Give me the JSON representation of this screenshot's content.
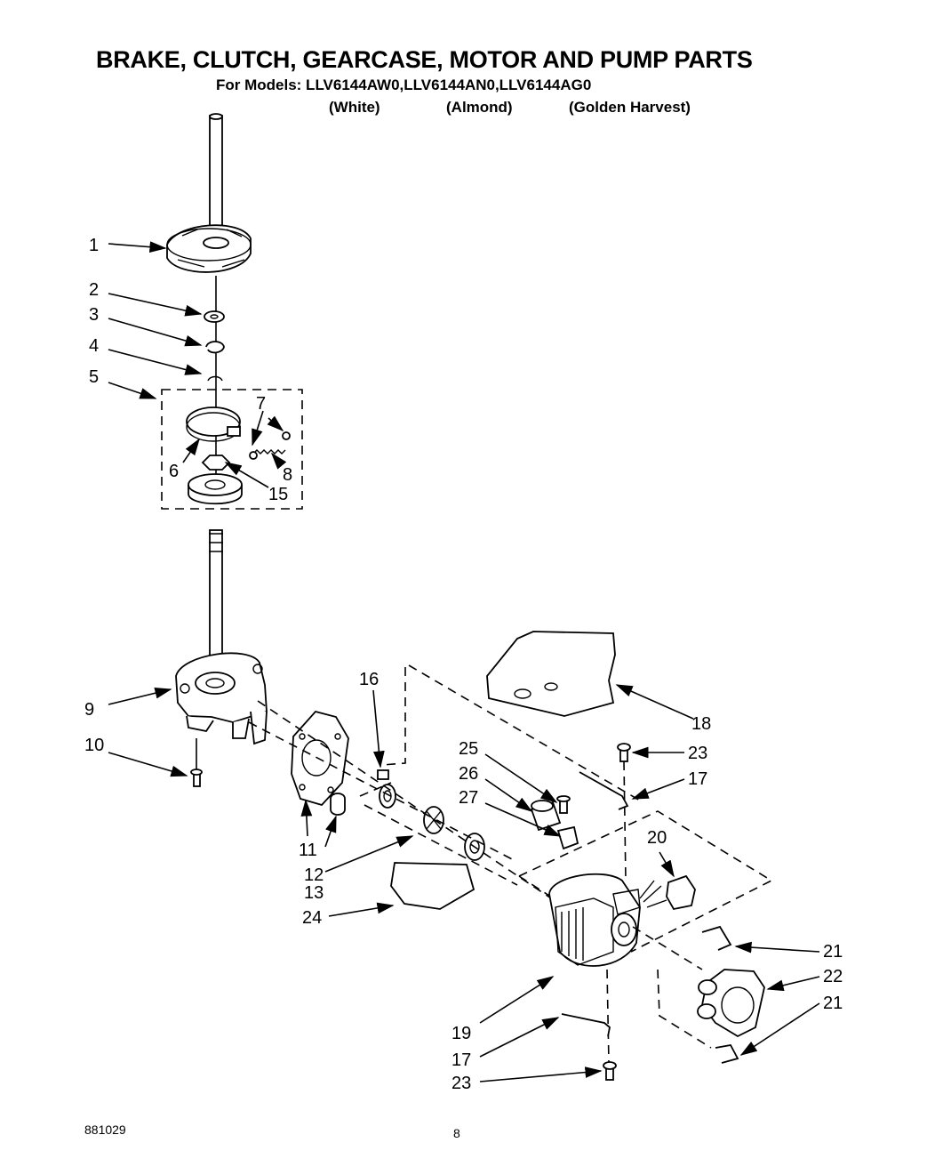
{
  "header": {
    "title": "BRAKE, CLUTCH, GEARCASE, MOTOR AND PUMP PARTS",
    "models": "For Models: LLV6144AW0,LLV6144AN0,LLV6144AG0",
    "colors": [
      "(White)",
      "(Almond)",
      "(Golden Harvest)"
    ]
  },
  "footer": {
    "doc_number": "881029",
    "page_number": "8"
  },
  "callouts": [
    "1",
    "2",
    "3",
    "4",
    "5",
    "6",
    "7",
    "8",
    "15",
    "9",
    "10",
    "16",
    "18",
    "25",
    "26",
    "27",
    "23",
    "17",
    "11",
    "12",
    "13",
    "24",
    "20",
    "21",
    "22",
    "21",
    "19",
    "17",
    "23"
  ]
}
